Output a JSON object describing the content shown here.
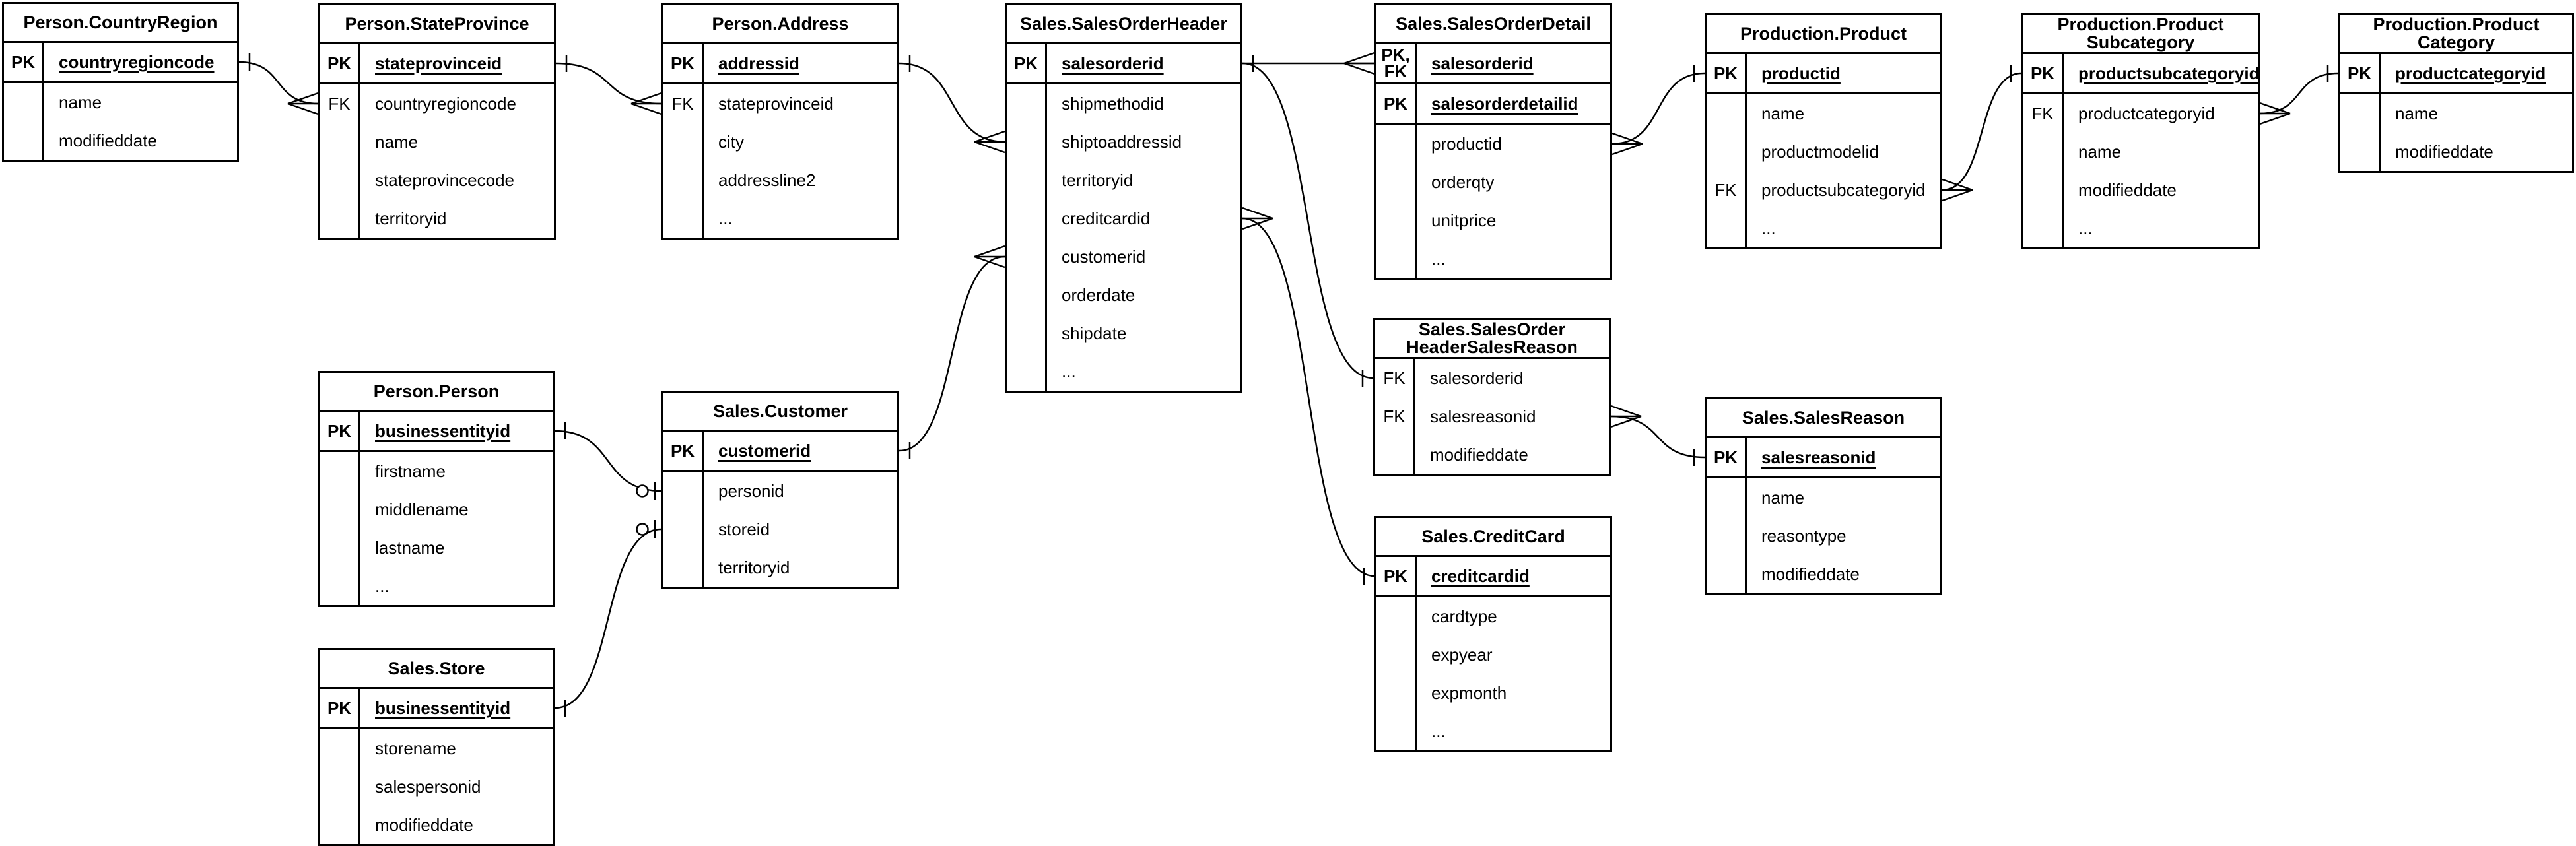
{
  "diagram": {
    "kind": "entity-relationship-diagram",
    "colors": {
      "canvas_background": "#ffffff",
      "line_color": "#000000",
      "text_color": "#000000"
    }
  },
  "tables": [
    {
      "id": "country_region",
      "title": "Person.CountryRegion",
      "sections": [
        [
          {
            "key": "PK",
            "label": "countryregioncode",
            "pk": true
          }
        ],
        [
          {
            "key": "",
            "label": "name"
          },
          {
            "key": "",
            "label": "modifieddate"
          }
        ]
      ]
    },
    {
      "id": "state_province",
      "title": "Person.StateProvince",
      "sections": [
        [
          {
            "key": "PK",
            "label": "stateprovinceid",
            "pk": true
          }
        ],
        [
          {
            "key": "FK",
            "label": "countryregioncode"
          },
          {
            "key": "",
            "label": "name"
          },
          {
            "key": "",
            "label": "stateprovincecode"
          },
          {
            "key": "",
            "label": "territoryid"
          }
        ]
      ]
    },
    {
      "id": "address",
      "title": "Person.Address",
      "sections": [
        [
          {
            "key": "PK",
            "label": "addressid",
            "pk": true
          }
        ],
        [
          {
            "key": "FK",
            "label": "stateprovinceid"
          },
          {
            "key": "",
            "label": "city"
          },
          {
            "key": "",
            "label": "addressline2"
          },
          {
            "key": "",
            "label": "..."
          }
        ]
      ]
    },
    {
      "id": "order_header",
      "title": "Sales.SalesOrderHeader",
      "sections": [
        [
          {
            "key": "PK",
            "label": "salesorderid",
            "pk": true
          }
        ],
        [
          {
            "key": "",
            "label": "shipmethodid"
          },
          {
            "key": "",
            "label": "shiptoaddressid"
          },
          {
            "key": "",
            "label": "territoryid"
          },
          {
            "key": "",
            "label": "creditcardid"
          },
          {
            "key": "",
            "label": "customerid"
          },
          {
            "key": "",
            "label": "orderdate"
          },
          {
            "key": "",
            "label": "shipdate"
          },
          {
            "key": "",
            "label": "..."
          }
        ]
      ]
    },
    {
      "id": "order_detail",
      "title": "Sales.SalesOrderDetail",
      "sections": [
        [
          {
            "key": "PK,\nFK",
            "label": "salesorderid",
            "pk": true
          }
        ],
        [
          {
            "key": "PK",
            "label": "salesorderdetailid",
            "pk": true
          }
        ],
        [
          {
            "key": "",
            "label": "productid"
          },
          {
            "key": "",
            "label": "orderqty"
          },
          {
            "key": "",
            "label": "unitprice"
          },
          {
            "key": "",
            "label": "..."
          }
        ]
      ]
    },
    {
      "id": "product",
      "title": "Production.Product",
      "sections": [
        [
          {
            "key": "PK",
            "label": "productid",
            "pk": true
          }
        ],
        [
          {
            "key": "",
            "label": "name"
          },
          {
            "key": "",
            "label": "productmodelid"
          },
          {
            "key": "FK",
            "label": "productsubcategoryid"
          },
          {
            "key": "",
            "label": "..."
          }
        ]
      ]
    },
    {
      "id": "subcategory",
      "title": "Production.Product\nSubcategory",
      "sections": [
        [
          {
            "key": "PK",
            "label": "productsubcategoryid",
            "pk": true
          }
        ],
        [
          {
            "key": "FK",
            "label": "productcategoryid"
          },
          {
            "key": "",
            "label": "name"
          },
          {
            "key": "",
            "label": "modifieddate"
          },
          {
            "key": "",
            "label": "..."
          }
        ]
      ]
    },
    {
      "id": "category",
      "title": "Production.Product\nCategory",
      "sections": [
        [
          {
            "key": "PK",
            "label": "productcategoryid",
            "pk": true
          }
        ],
        [
          {
            "key": "",
            "label": "name"
          },
          {
            "key": "",
            "label": "modifieddate"
          }
        ]
      ]
    },
    {
      "id": "person",
      "title": "Person.Person",
      "sections": [
        [
          {
            "key": "PK",
            "label": "businessentityid",
            "pk": true
          }
        ],
        [
          {
            "key": "",
            "label": "firstname"
          },
          {
            "key": "",
            "label": "middlename"
          },
          {
            "key": "",
            "label": "lastname"
          },
          {
            "key": "",
            "label": "..."
          }
        ]
      ]
    },
    {
      "id": "customer",
      "title": "Sales.Customer",
      "sections": [
        [
          {
            "key": "PK",
            "label": "customerid",
            "pk": true
          }
        ],
        [
          {
            "key": "",
            "label": "personid"
          },
          {
            "key": "",
            "label": "storeid"
          },
          {
            "key": "",
            "label": "territoryid"
          }
        ]
      ]
    },
    {
      "id": "store",
      "title": "Sales.Store",
      "sections": [
        [
          {
            "key": "PK",
            "label": "businessentityid",
            "pk": true
          }
        ],
        [
          {
            "key": "",
            "label": "storename"
          },
          {
            "key": "",
            "label": "salespersonid"
          },
          {
            "key": "",
            "label": "modifieddate"
          }
        ]
      ]
    },
    {
      "id": "hsr",
      "title": "Sales.SalesOrder\nHeaderSalesReason",
      "sections": [
        [
          {
            "key": "FK",
            "label": "salesorderid"
          },
          {
            "key": "FK",
            "label": "salesreasonid"
          },
          {
            "key": "",
            "label": "modifieddate"
          }
        ]
      ]
    },
    {
      "id": "sales_reason",
      "title": "Sales.SalesReason",
      "sections": [
        [
          {
            "key": "PK",
            "label": "salesreasonid",
            "pk": true
          }
        ],
        [
          {
            "key": "",
            "label": "name"
          },
          {
            "key": "",
            "label": "reasontype"
          },
          {
            "key": "",
            "label": "modifieddate"
          }
        ]
      ]
    },
    {
      "id": "credit_card",
      "title": "Sales.CreditCard",
      "sections": [
        [
          {
            "key": "PK",
            "label": "creditcardid",
            "pk": true
          }
        ],
        [
          {
            "key": "",
            "label": "cardtype"
          },
          {
            "key": "",
            "label": "expyear"
          },
          {
            "key": "",
            "label": "expmonth"
          },
          {
            "key": "",
            "label": "..."
          }
        ]
      ]
    }
  ],
  "relationships": [
    {
      "from": "country_region.countryregioncode",
      "to": "state_province.countryregioncode",
      "from_end": "one",
      "to_end": "many"
    },
    {
      "from": "state_province.stateprovinceid",
      "to": "address.stateprovinceid",
      "from_end": "one",
      "to_end": "many"
    },
    {
      "from": "address.addressid",
      "to": "order_header.shiptoaddressid",
      "from_end": "one",
      "to_end": "many"
    },
    {
      "from": "customer.customerid",
      "to": "order_header.customerid",
      "from_end": "one",
      "to_end": "many"
    },
    {
      "from": "order_header.salesorderid",
      "to": "order_detail.salesorderid",
      "from_end": "one",
      "to_end": "many"
    },
    {
      "from": "order_header.salesorderid",
      "to": "hsr.salesorderid",
      "from_end": "one",
      "to_end": "one"
    },
    {
      "from": "order_header.creditcardid",
      "to": "credit_card.creditcardid",
      "from_end": "many",
      "to_end": "one"
    },
    {
      "from": "order_detail.productid",
      "to": "product.productid",
      "from_end": "many",
      "to_end": "one"
    },
    {
      "from": "product.productsubcategoryid",
      "to": "subcategory.productsubcategoryid",
      "from_end": "many",
      "to_end": "one"
    },
    {
      "from": "subcategory.productcategoryid",
      "to": "category.productcategoryid",
      "from_end": "many",
      "to_end": "one"
    },
    {
      "from": "hsr.salesreasonid",
      "to": "sales_reason.salesreasonid",
      "from_end": "many",
      "to_end": "one"
    },
    {
      "from": "person.businessentityid",
      "to": "customer.personid",
      "from_end": "one",
      "to_end": "zero_one"
    },
    {
      "from": "store.businessentityid",
      "to": "customer.storeid",
      "from_end": "one",
      "to_end": "zero_one"
    }
  ]
}
